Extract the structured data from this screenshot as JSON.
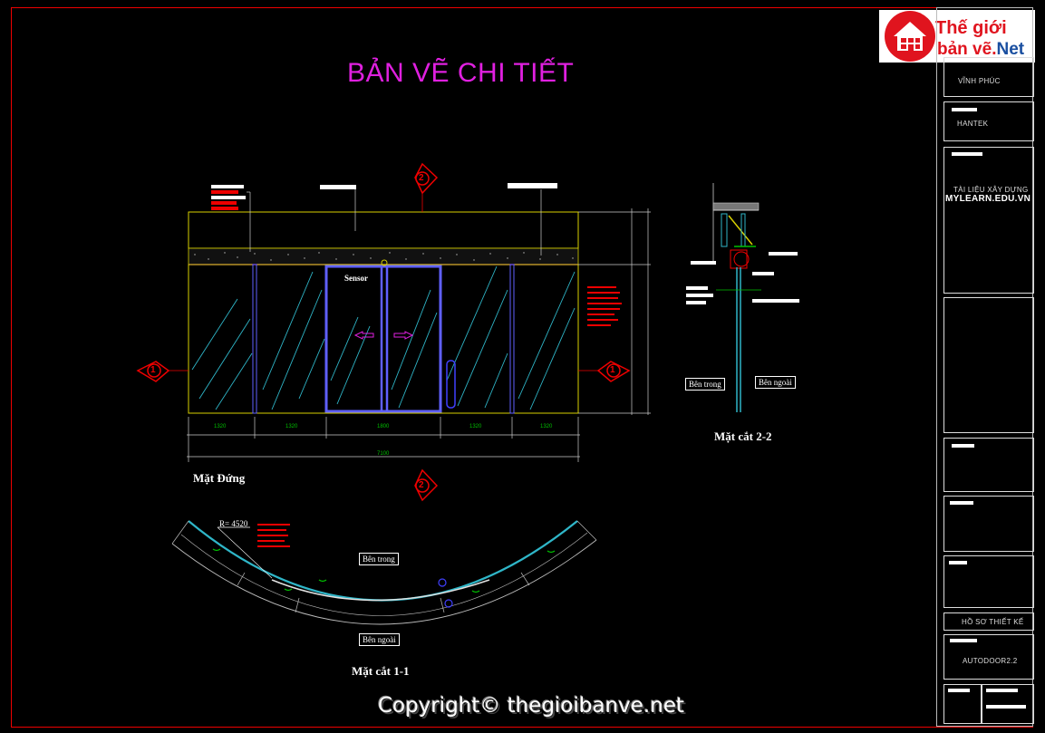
{
  "title": "BẢN VẼ CHI TIẾT",
  "logo": {
    "line1": "Thế giới",
    "line2_a": "bản vẽ.",
    "line2_b": "Net"
  },
  "copyright": "Copyright© thegioibanve.net",
  "title_block": {
    "location": "VĨNH PHÚC",
    "company": "HANTEK",
    "material_1": "TÀI LIỆU XÂY DỰNG",
    "material_2": "MYLEARN.EDU.VN",
    "set_name": "HỒ SƠ THIẾT KẾ",
    "drawing_code": "AUTODOOR2.2"
  },
  "elevation": {
    "caption": "Mặt Đứng",
    "sensor_label": "Sensor",
    "dims": [
      "1320",
      "1320",
      "1800",
      "1320",
      "1320"
    ],
    "total": "7100",
    "section_1": "1",
    "section_2": "2"
  },
  "section_22": {
    "caption": "Mặt cắt 2-2",
    "inside": "Bên trong",
    "outside": "Bên ngoài"
  },
  "section_11": {
    "caption": "Mặt cắt 1-1",
    "radius": "R= 4520",
    "inside": "Bên trong",
    "outside": "Bên ngoài"
  },
  "colors": {
    "frame": "#e00000",
    "title": "#e020e0",
    "glass": "#2fb6c8",
    "door": "#4040ff",
    "wall": "#d8d000",
    "dim": "#00c000",
    "accent_red": "#e0141e"
  }
}
